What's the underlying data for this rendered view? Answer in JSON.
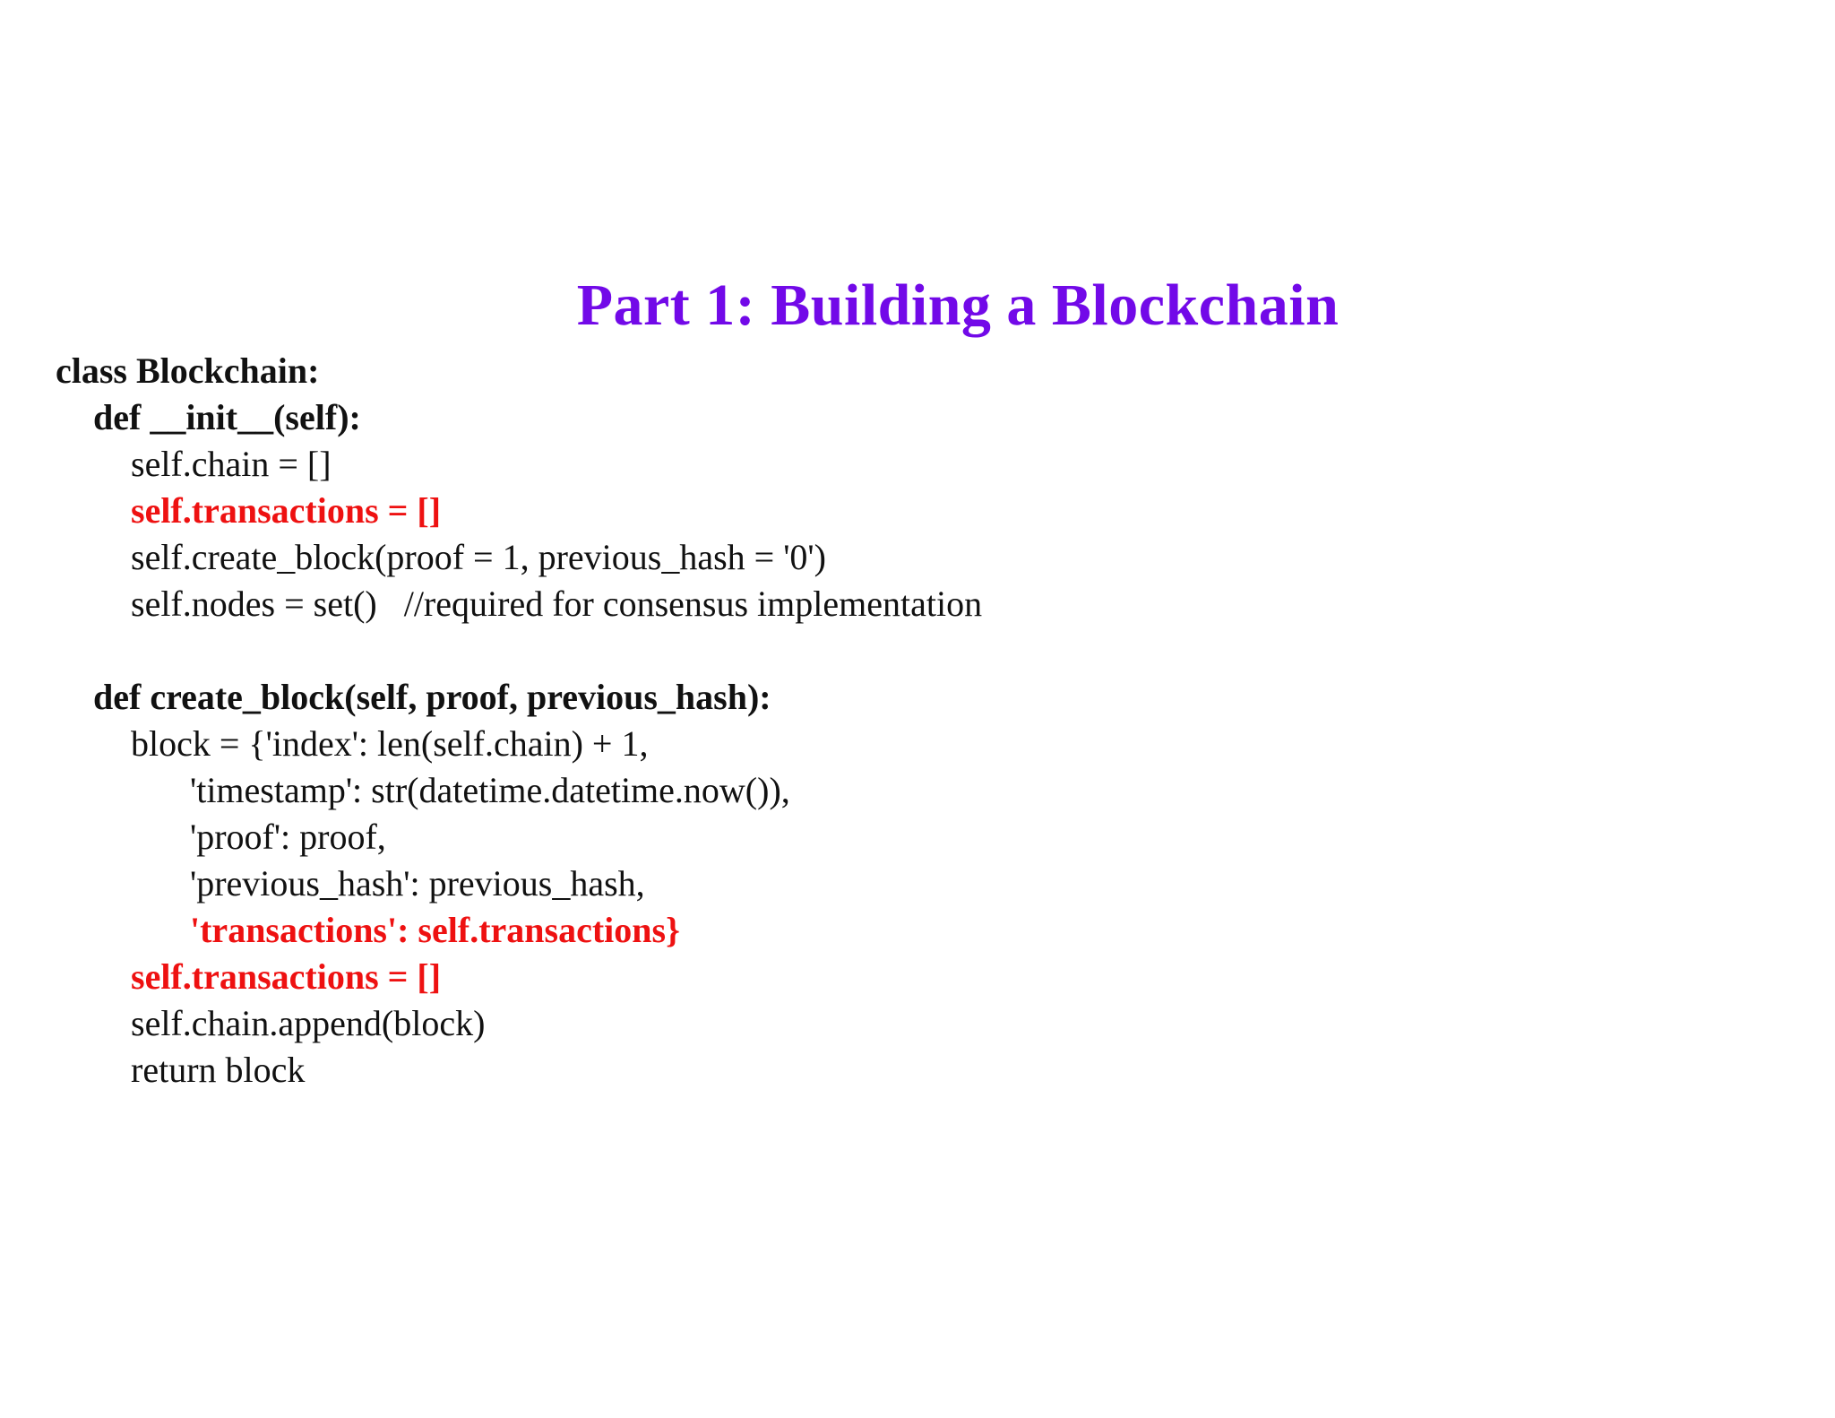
{
  "slide": {
    "title": "Part 1: Building a Blockchain",
    "title_color": "#7209e8",
    "background_color": "#ffffff",
    "body_text_color": "#111111",
    "highlight_color": "#ee1111"
  },
  "code": {
    "lines": [
      {
        "text": "class Blockchain:",
        "indent": 0,
        "style": "bold"
      },
      {
        "text": "def __init__(self):",
        "indent": 1,
        "style": "bold"
      },
      {
        "text": "self.chain = []",
        "indent": 2,
        "style": "normal"
      },
      {
        "text": "self.transactions = []",
        "indent": 2,
        "style": "red"
      },
      {
        "text": "self.create_block(proof = 1, previous_hash = '0')",
        "indent": 2,
        "style": "normal"
      },
      {
        "text": "self.nodes = set()   //required for consensus implementation",
        "indent": 2,
        "style": "normal"
      },
      {
        "text": "",
        "indent": 0,
        "style": "blank"
      },
      {
        "text": "def create_block(self, proof, previous_hash):",
        "indent": 1,
        "style": "bold"
      },
      {
        "text": "block = {'index': len(self.chain) + 1,",
        "indent": 2,
        "style": "normal"
      },
      {
        "text": "'timestamp': str(datetime.datetime.now()),",
        "indent": 3,
        "style": "normal"
      },
      {
        "text": "'proof': proof,",
        "indent": 3,
        "style": "normal"
      },
      {
        "text": "'previous_hash': previous_hash,",
        "indent": 3,
        "style": "normal"
      },
      {
        "text": "'transactions': self.transactions}",
        "indent": 3,
        "style": "red"
      },
      {
        "text": "self.transactions = []",
        "indent": 2,
        "style": "red"
      },
      {
        "text": "self.chain.append(block)",
        "indent": 2,
        "style": "normal"
      },
      {
        "text": "return block",
        "indent": 2,
        "style": "normal"
      }
    ]
  }
}
